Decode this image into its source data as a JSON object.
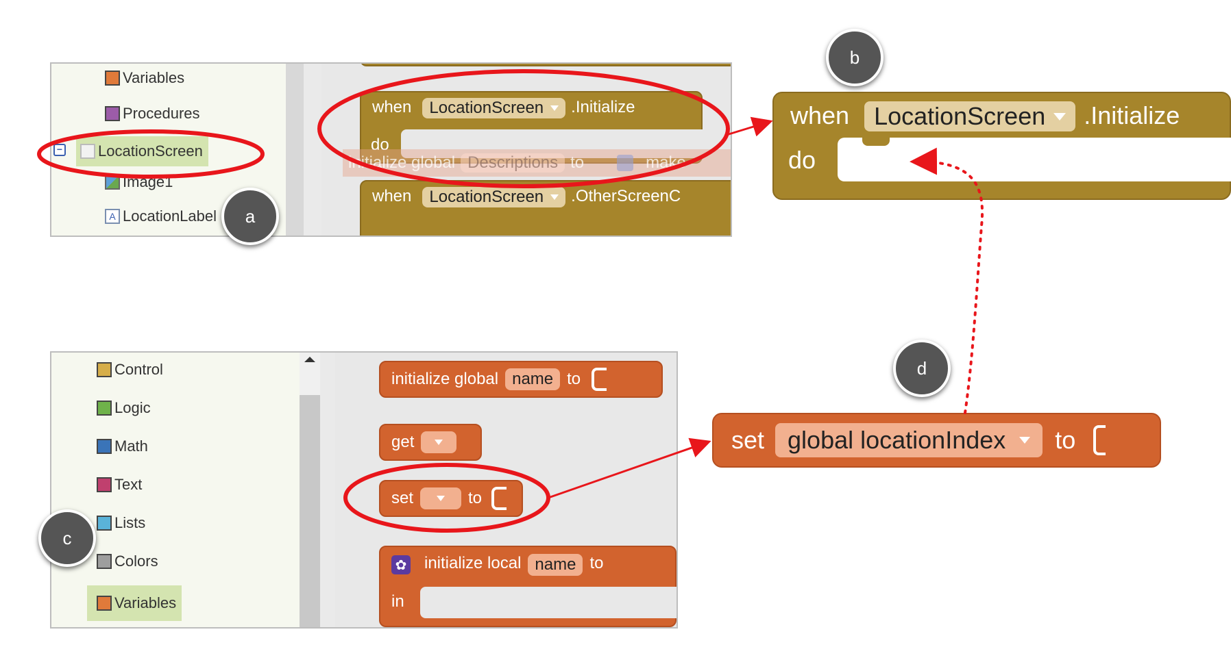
{
  "top_panel": {
    "tree": [
      {
        "label": "Variables",
        "color": "#e07a3a"
      },
      {
        "label": "Procedures",
        "color": "#9c5ca8"
      },
      {
        "label": "LocationScreen",
        "color": "#e8e8e8",
        "selected": true
      },
      {
        "label": "Image1",
        "color": "#6aa84f"
      },
      {
        "label": "LocationLabel",
        "color": "#ffffff"
      }
    ],
    "block_when": {
      "when": "when",
      "component": "LocationScreen",
      "event": ".Initialize",
      "do": "do"
    },
    "block_faded": {
      "text": "initialize global",
      "name": "Descriptions",
      "to": "to",
      "make": "make"
    },
    "block_other": {
      "when": "when",
      "component": "LocationScreen",
      "event": ".OtherScreenC"
    }
  },
  "zoom_b": {
    "when": "when",
    "component": "LocationScreen",
    "event": ".Initialize",
    "do": "do"
  },
  "bottom_panel": {
    "tree": [
      {
        "label": "Control",
        "color": "#d6ae4a"
      },
      {
        "label": "Logic",
        "color": "#6fb24a"
      },
      {
        "label": "Math",
        "color": "#3a74b8"
      },
      {
        "label": "Text",
        "color": "#c0406e"
      },
      {
        "label": "Lists",
        "color": "#5ab3d9"
      },
      {
        "label": "Colors",
        "color": "#9e9e9e"
      },
      {
        "label": "Variables",
        "color": "#e07a3a",
        "selected": true
      }
    ],
    "init_global": {
      "text": "initialize global",
      "name": "name",
      "to": "to"
    },
    "get": {
      "text": "get"
    },
    "set": {
      "text": "set",
      "to": "to"
    },
    "init_local": {
      "text": "initialize local",
      "name": "name",
      "to": "to",
      "in": "in"
    }
  },
  "zoom_d": {
    "set": "set",
    "var": "global locationIndex",
    "to": "to"
  },
  "labels": {
    "a": "a",
    "b": "b",
    "c": "c",
    "d": "d"
  },
  "colors": {
    "annotation_red": "#e8161b",
    "event_gold": "#a6852b",
    "variable_orange": "#d2632e"
  }
}
